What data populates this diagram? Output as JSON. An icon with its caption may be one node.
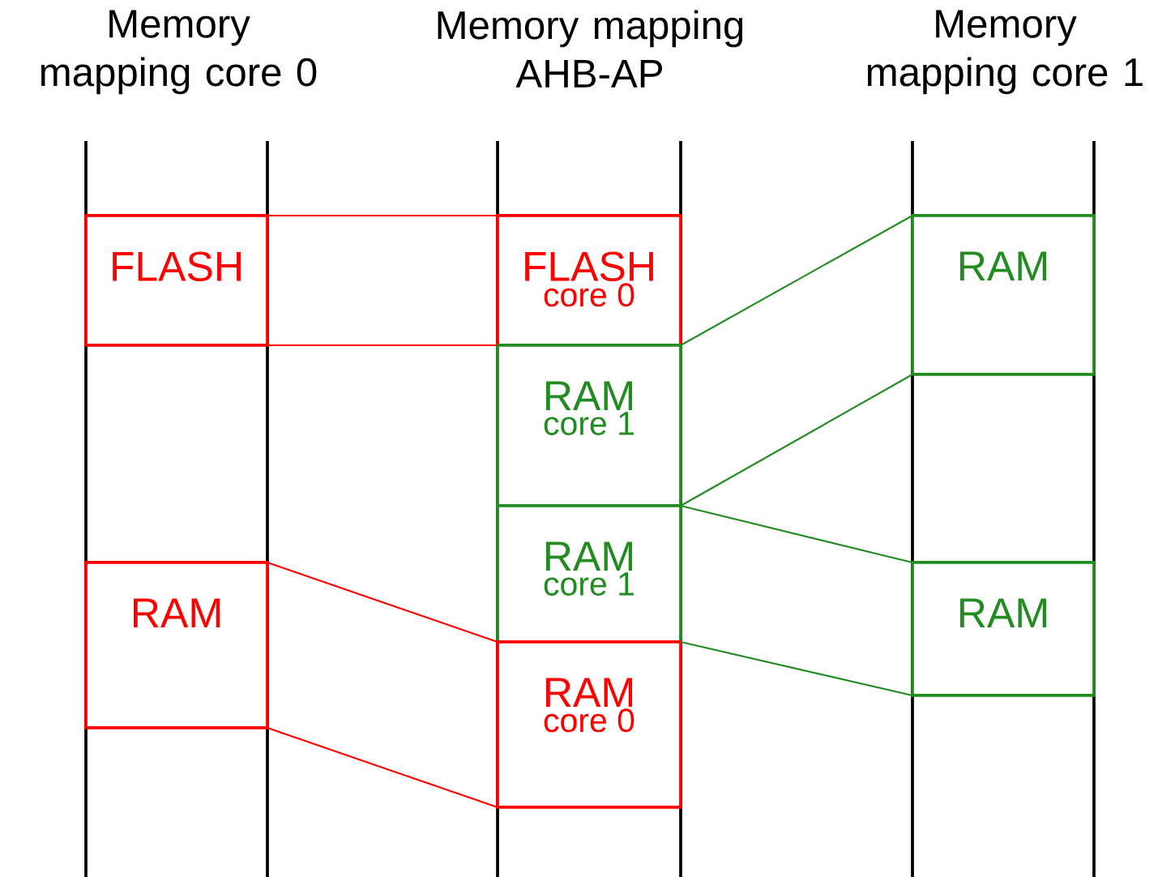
{
  "diagram": {
    "nodes": [
      {
        "text": [
          "FLASH"
        ]
      },
      {
        "text": [
          "RAM"
        ]
      },
      {
        "text": [
          "FLASH",
          "core 0"
        ]
      },
      {
        "text": [
          "RAM",
          "core 1"
        ]
      },
      {
        "text": [
          "RAM",
          "core 1"
        ]
      },
      {
        "text": [
          "RAM",
          "core 0"
        ]
      },
      {
        "text": [
          "RAM"
        ]
      },
      {
        "text": [
          "RAM"
        ]
      }
    ],
    "edges": [
      {
        "from": 0,
        "to": 2,
        "arrow": "none",
        "color": "#ff0000"
      },
      {
        "from": 0,
        "to": 2,
        "arrow": "none",
        "color": "#ff0000"
      },
      {
        "from": 1,
        "to": 5,
        "arrow": "none",
        "color": "#ff0000"
      },
      {
        "from": 1,
        "to": 5,
        "arrow": "none",
        "color": "#ff0000"
      },
      {
        "from": 6,
        "to": 3,
        "arrow": "none",
        "color": "#228b22"
      },
      {
        "from": 6,
        "to": 3,
        "arrow": "none",
        "color": "#228b22"
      },
      {
        "from": 7,
        "to": 4,
        "arrow": "none",
        "color": "#228b22"
      },
      {
        "from": 7,
        "to": 4,
        "arrow": "none",
        "color": "#228b22"
      }
    ],
    "labels": [
      "Memory mapping core 0",
      "Memory mapping AHB-AP",
      "Memory mapping core 1"
    ]
  }
}
